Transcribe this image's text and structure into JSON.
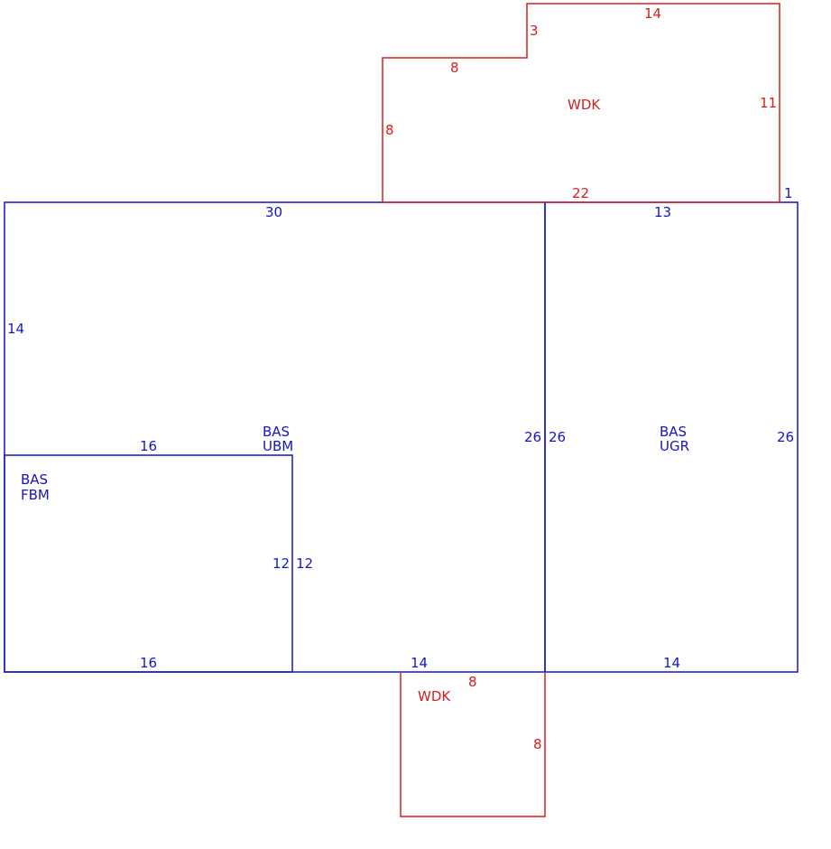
{
  "colors": {
    "main_area": "#1515c8",
    "deck": "#d42020"
  },
  "areas": {
    "ubm": {
      "line1": "BAS",
      "line2": "UBM"
    },
    "fbm": {
      "line1": "BAS",
      "line2": "FBM"
    },
    "ugr": {
      "line1": "BAS",
      "line2": "UGR"
    },
    "wdk_top": {
      "label": "WDK"
    },
    "wdk_bottom": {
      "label": "WDK"
    }
  },
  "dimensions": {
    "ubm_top": "30",
    "ubm_left": "14",
    "fbm_top": "16",
    "ubm_right": "26",
    "ugr_left": "26",
    "ugr_right": "26",
    "ugr_top": "13",
    "fbm_right": "12",
    "ubm_inner": "12",
    "fbm_bottom": "16",
    "ubm_bottom": "14",
    "ugr_bottom": "14",
    "wdk_top_top": "14",
    "wdk_top_step": "3",
    "wdk_top_upper": "8",
    "wdk_top_left": "8",
    "wdk_top_right": "11",
    "wdk_top_bottom": "22",
    "wdk_top_offset": "1",
    "wdk_bottom_top": "8",
    "wdk_bottom_right": "8"
  }
}
